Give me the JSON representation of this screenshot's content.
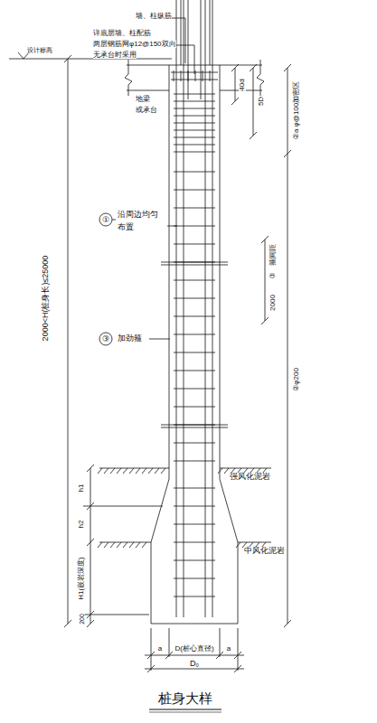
{
  "diagram": {
    "caption": "桩身大样",
    "labels": [
      "墙、柱纵筋",
      "详底层墙、柱配筋",
      "两层钢筋网φ12@150双向",
      "无承台时采用",
      "设计标高",
      "40d",
      "5D",
      "②a φ@100加密区",
      "地梁",
      "或承台",
      "①",
      "沿周边均匀",
      "布置",
      "2000",
      "③",
      "箍间距",
      "③",
      "加劲箍",
      "②φ200",
      "2000<H(桩身长)≤25000",
      "强风化泥岩",
      "h1",
      "h2",
      "中风化泥岩",
      "H1(嵌岩深度)",
      "200",
      "a",
      "D(桩心直径)",
      "a",
      "D₀"
    ]
  }
}
